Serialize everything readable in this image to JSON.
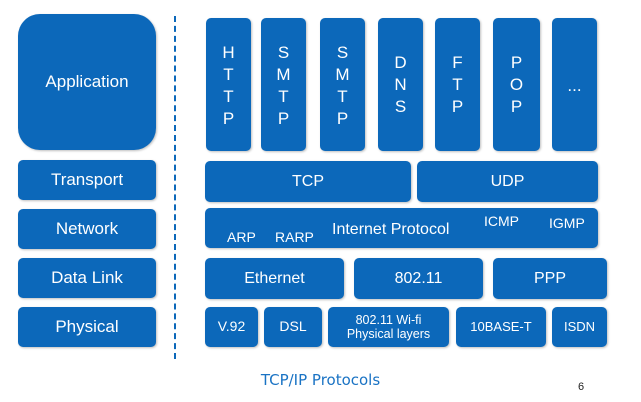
{
  "layers": {
    "application": "Application",
    "transport": "Transport",
    "network": "Network",
    "data_link": "Data Link",
    "physical": "Physical"
  },
  "application_protocols": [
    [
      "H",
      "T",
      "T",
      "P"
    ],
    [
      "S",
      "M",
      "T",
      "P"
    ],
    [
      "S",
      "M",
      "T",
      "P"
    ],
    [
      "D",
      "N",
      "S"
    ],
    [
      "F",
      "T",
      "P"
    ],
    [
      "P",
      "O",
      "P"
    ],
    [
      "..."
    ]
  ],
  "transport_protocols": {
    "tcp": "TCP",
    "udp": "UDP"
  },
  "network_protocols": {
    "arp": "ARP",
    "rarp": "RARP",
    "ip": "Internet Protocol",
    "icmp": "ICMP",
    "igmp": "IGMP"
  },
  "data_link_protocols": {
    "ethernet": "Ethernet",
    "wifi": "802.11",
    "ppp": "PPP"
  },
  "physical_protocols": {
    "v92": "V.92",
    "dsl": "DSL",
    "wifi_phy_line1": "802.11 Wi-fi",
    "wifi_phy_line2": "Physical layers",
    "base_t": "10BASE-T",
    "isdn": "ISDN"
  },
  "caption": "TCP/IP Protocols",
  "page_number": "6",
  "colors": {
    "box": "#0c68ba",
    "text": "#ffffff",
    "caption": "#1a73c4"
  }
}
